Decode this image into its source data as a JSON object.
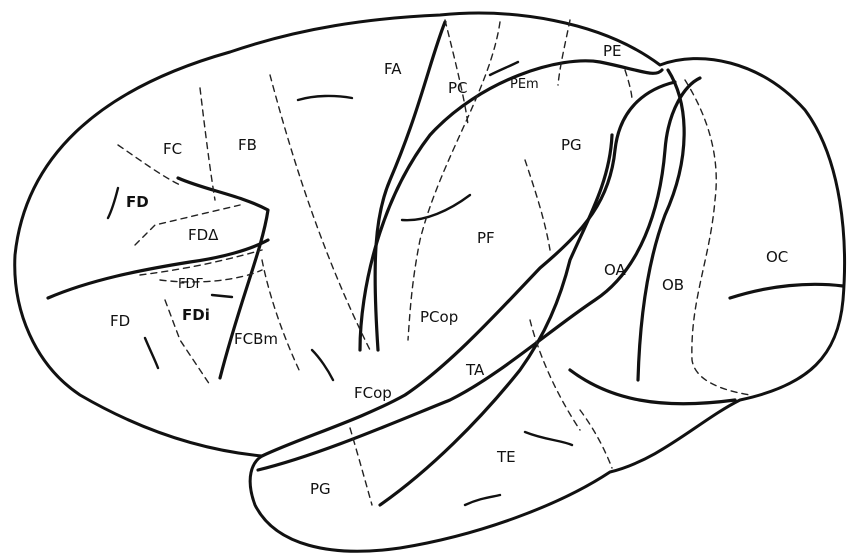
{
  "areas": {
    "FA": "FA",
    "FB": "FB",
    "FC": "FC",
    "FD_upper": "FD",
    "FD_lower": "FD",
    "FD_delta": "FDΔ",
    "FD_gamma": "FDΓ",
    "FD_i": "FDi",
    "FCBm": "FCBm",
    "FCop": "FCop",
    "PC": "PC",
    "PEm": "PEm",
    "PE": "PE",
    "PG_upper": "PG",
    "PG_lower": "PG",
    "PF": "PF",
    "PCop": "PCop",
    "OA": "OA",
    "OB": "OB",
    "OC": "OC",
    "TA": "TA",
    "TE": "TE"
  }
}
